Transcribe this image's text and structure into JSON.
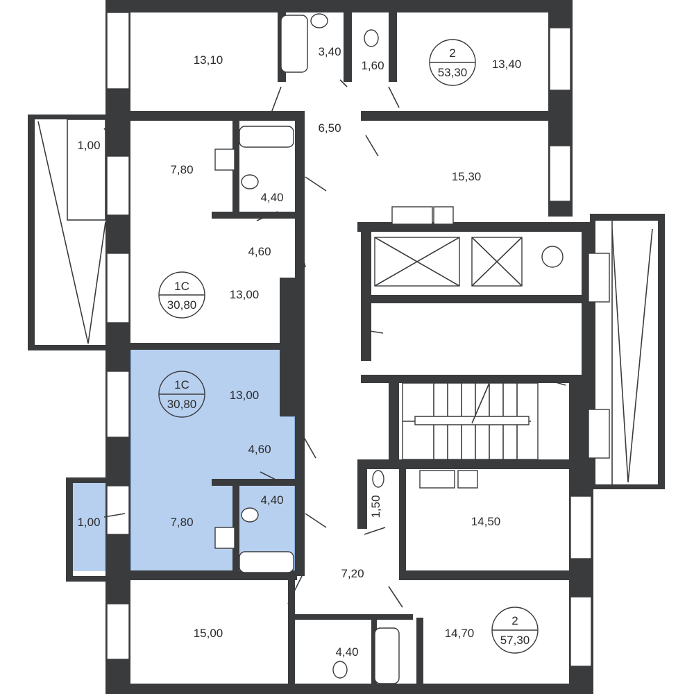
{
  "colors": {
    "wall": "#3a3b3d",
    "highlight": "#b8d0f0",
    "highlight_edge": "#8aaee0",
    "background": "#ffffff"
  },
  "apartments": [
    {
      "type": "2",
      "total_area": "53,30",
      "rooms": [
        "13,10",
        "3,40",
        "1,60",
        "13,40",
        "6,50",
        "15,30"
      ]
    },
    {
      "type": "1C",
      "total_area": "30,80",
      "rooms": [
        "1,00",
        "7,80",
        "4,40",
        "4,60",
        "13,00"
      ]
    },
    {
      "type": "1C",
      "total_area": "30,80",
      "highlighted": true,
      "rooms": [
        "13,00",
        "4,60",
        "4,40",
        "1,00",
        "7,80"
      ]
    },
    {
      "type": "2",
      "total_area": "57,30",
      "rooms": [
        "1,50",
        "14,50",
        "7,20",
        "15,00",
        "4,40",
        "14,70"
      ]
    }
  ]
}
